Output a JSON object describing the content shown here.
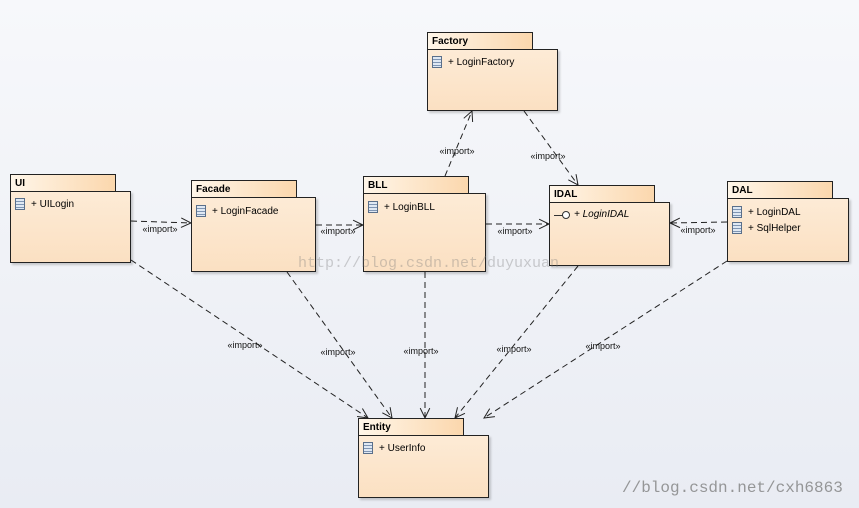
{
  "packages": {
    "factory": {
      "name": "Factory",
      "members": [
        "+ LoginFactory"
      ]
    },
    "ui": {
      "name": "UI",
      "members": [
        "+ UILogin"
      ]
    },
    "facade": {
      "name": "Facade",
      "members": [
        "+ LoginFacade"
      ]
    },
    "bll": {
      "name": "BLL",
      "members": [
        "+ LoginBLL"
      ]
    },
    "idal": {
      "name": "IDAL",
      "members": [
        "+ LoginIDAL"
      ]
    },
    "dal": {
      "name": "DAL",
      "members": [
        "+ LoginDAL",
        "+ SqlHelper"
      ]
    },
    "entity": {
      "name": "Entity",
      "members": [
        "+ UserInfo"
      ]
    }
  },
  "dependencies": [
    {
      "from": "UI",
      "to": "Facade",
      "label": "«import»"
    },
    {
      "from": "Facade",
      "to": "BLL",
      "label": "«import»"
    },
    {
      "from": "BLL",
      "to": "IDAL",
      "label": "«import»"
    },
    {
      "from": "DAL",
      "to": "IDAL",
      "label": "«import»"
    },
    {
      "from": "BLL",
      "to": "Factory",
      "label": "«import»"
    },
    {
      "from": "Factory",
      "to": "IDAL",
      "label": "«import»"
    },
    {
      "from": "UI",
      "to": "Entity",
      "label": "«import»"
    },
    {
      "from": "Facade",
      "to": "Entity",
      "label": "«import»"
    },
    {
      "from": "BLL",
      "to": "Entity",
      "label": "«import»"
    },
    {
      "from": "IDAL",
      "to": "Entity",
      "label": "«import»"
    },
    {
      "from": "DAL",
      "to": "Entity",
      "label": "«import»"
    }
  ],
  "watermarks": {
    "center": "http://blog.csdn.net/duyuxuan",
    "corner": "//blog.csdn.net/cxh6863"
  },
  "colors": {
    "package_fill": "#fde5c9",
    "package_tab": "#fbd7ad",
    "line": "#222222"
  }
}
